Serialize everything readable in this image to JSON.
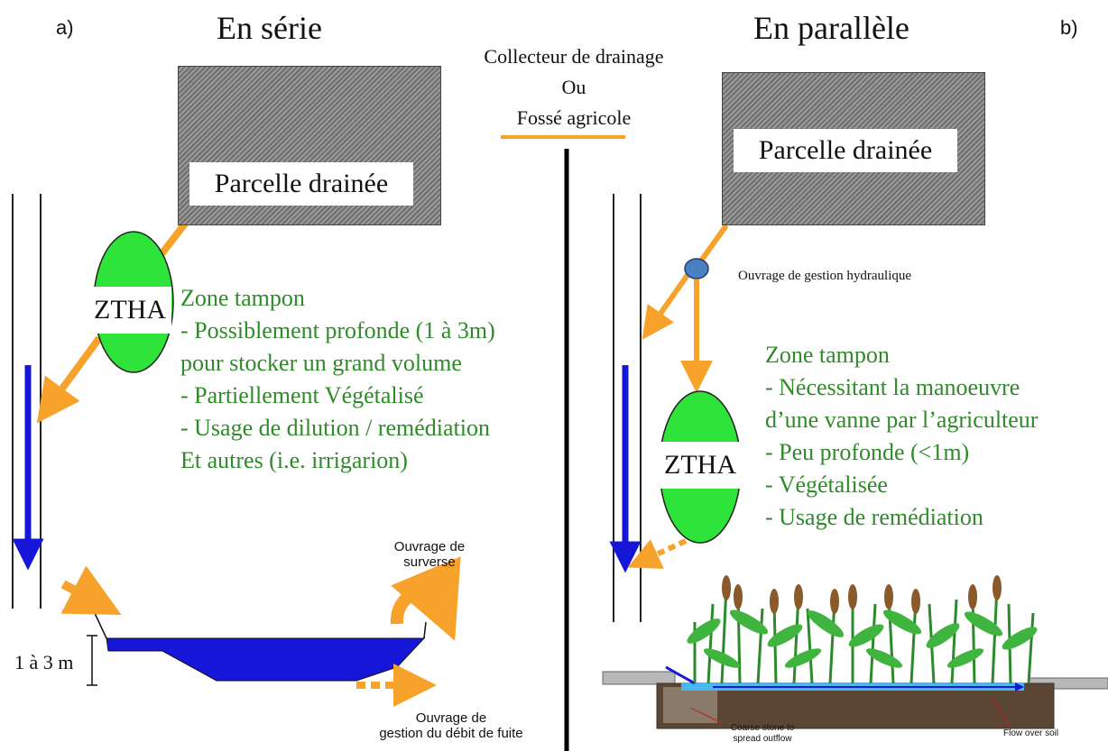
{
  "left_panel": {
    "letter": "a)",
    "title": "En série",
    "parcel_label": "Parcelle drainée",
    "ztha_label": "ZTHA",
    "info_lines": [
      "Zone tampon",
      "- Possiblement profonde (1 à 3m)",
      "pour stocker un grand volume",
      "- Partiellement Végétalisé",
      "- Usage de dilution / remédiation",
      "Et autres (i.e. irrigarion)"
    ],
    "depth_label": "1 à 3 m",
    "overflow_label": [
      "Ouvrage de",
      "surverse"
    ],
    "leak_label": [
      "Ouvrage de",
      "gestion du débit de fuite"
    ]
  },
  "center": {
    "line1": "Collecteur de drainage",
    "line2": "Ou",
    "line3": "Fossé agricole"
  },
  "right_panel": {
    "letter": "b)",
    "title": "En parallèle",
    "parcel_label": "Parcelle drainée",
    "ztha_label": "ZTHA",
    "gate_label": "Ouvrage de gestion hydraulique",
    "info_lines": [
      "Zone tampon",
      "- Nécessitant la manoeuvre",
      "d’une vanne par l’agriculteur",
      "- Peu profonde (<1m)",
      "- Végétalisée",
      "- Usage de remédiation"
    ],
    "stone_label": [
      "Coarse stone to",
      "spread outflow"
    ],
    "flow_label": "Flow over soil"
  },
  "colors": {
    "orange": "#f7a22a",
    "green_ellipse": "#2ee33a",
    "water_blue": "#1616d8",
    "text_green": "#2f8a2a",
    "gate_blue": "#4a7fc0"
  }
}
